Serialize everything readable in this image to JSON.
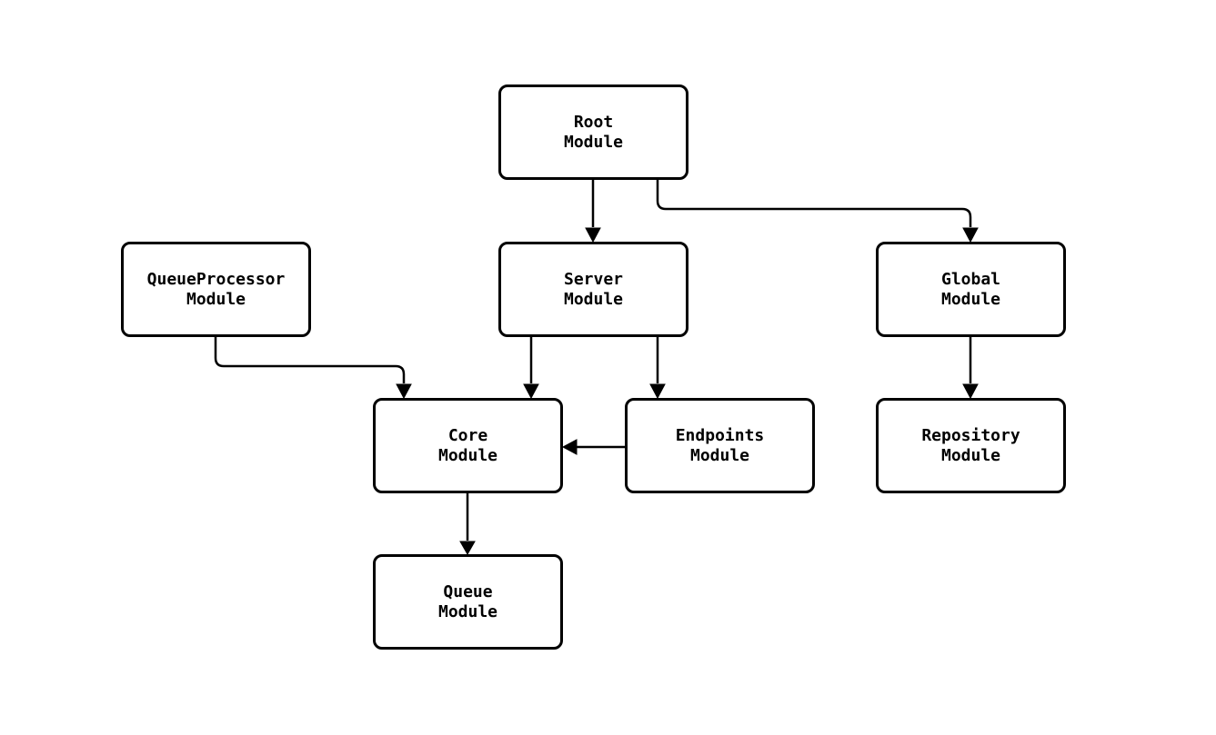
{
  "diagram": {
    "colors": {
      "background": "#ffffff",
      "node_fill": "#ffffff",
      "node_border": "#000000",
      "edge": "#000000",
      "text": "#000000"
    },
    "nodes": {
      "root": {
        "line1": "Root",
        "line2": "Module"
      },
      "queue_processor": {
        "line1": "QueueProcessor",
        "line2": "Module"
      },
      "server": {
        "line1": "Server",
        "line2": "Module"
      },
      "global": {
        "line1": "Global",
        "line2": "Module"
      },
      "core": {
        "line1": "Core",
        "line2": "Module"
      },
      "endpoints": {
        "line1": "Endpoints",
        "line2": "Module"
      },
      "repository": {
        "line1": "Repository",
        "line2": "Module"
      },
      "queue": {
        "line1": "Queue",
        "line2": "Module"
      }
    },
    "edges": [
      {
        "from": "Root Module",
        "to": "Server Module"
      },
      {
        "from": "Root Module",
        "to": "Global Module"
      },
      {
        "from": "QueueProcessor Module",
        "to": "Core Module"
      },
      {
        "from": "Server Module",
        "to": "Core Module"
      },
      {
        "from": "Server Module",
        "to": "Endpoints Module"
      },
      {
        "from": "Endpoints Module",
        "to": "Core Module"
      },
      {
        "from": "Global Module",
        "to": "Repository Module"
      },
      {
        "from": "Core Module",
        "to": "Queue Module"
      }
    ]
  }
}
